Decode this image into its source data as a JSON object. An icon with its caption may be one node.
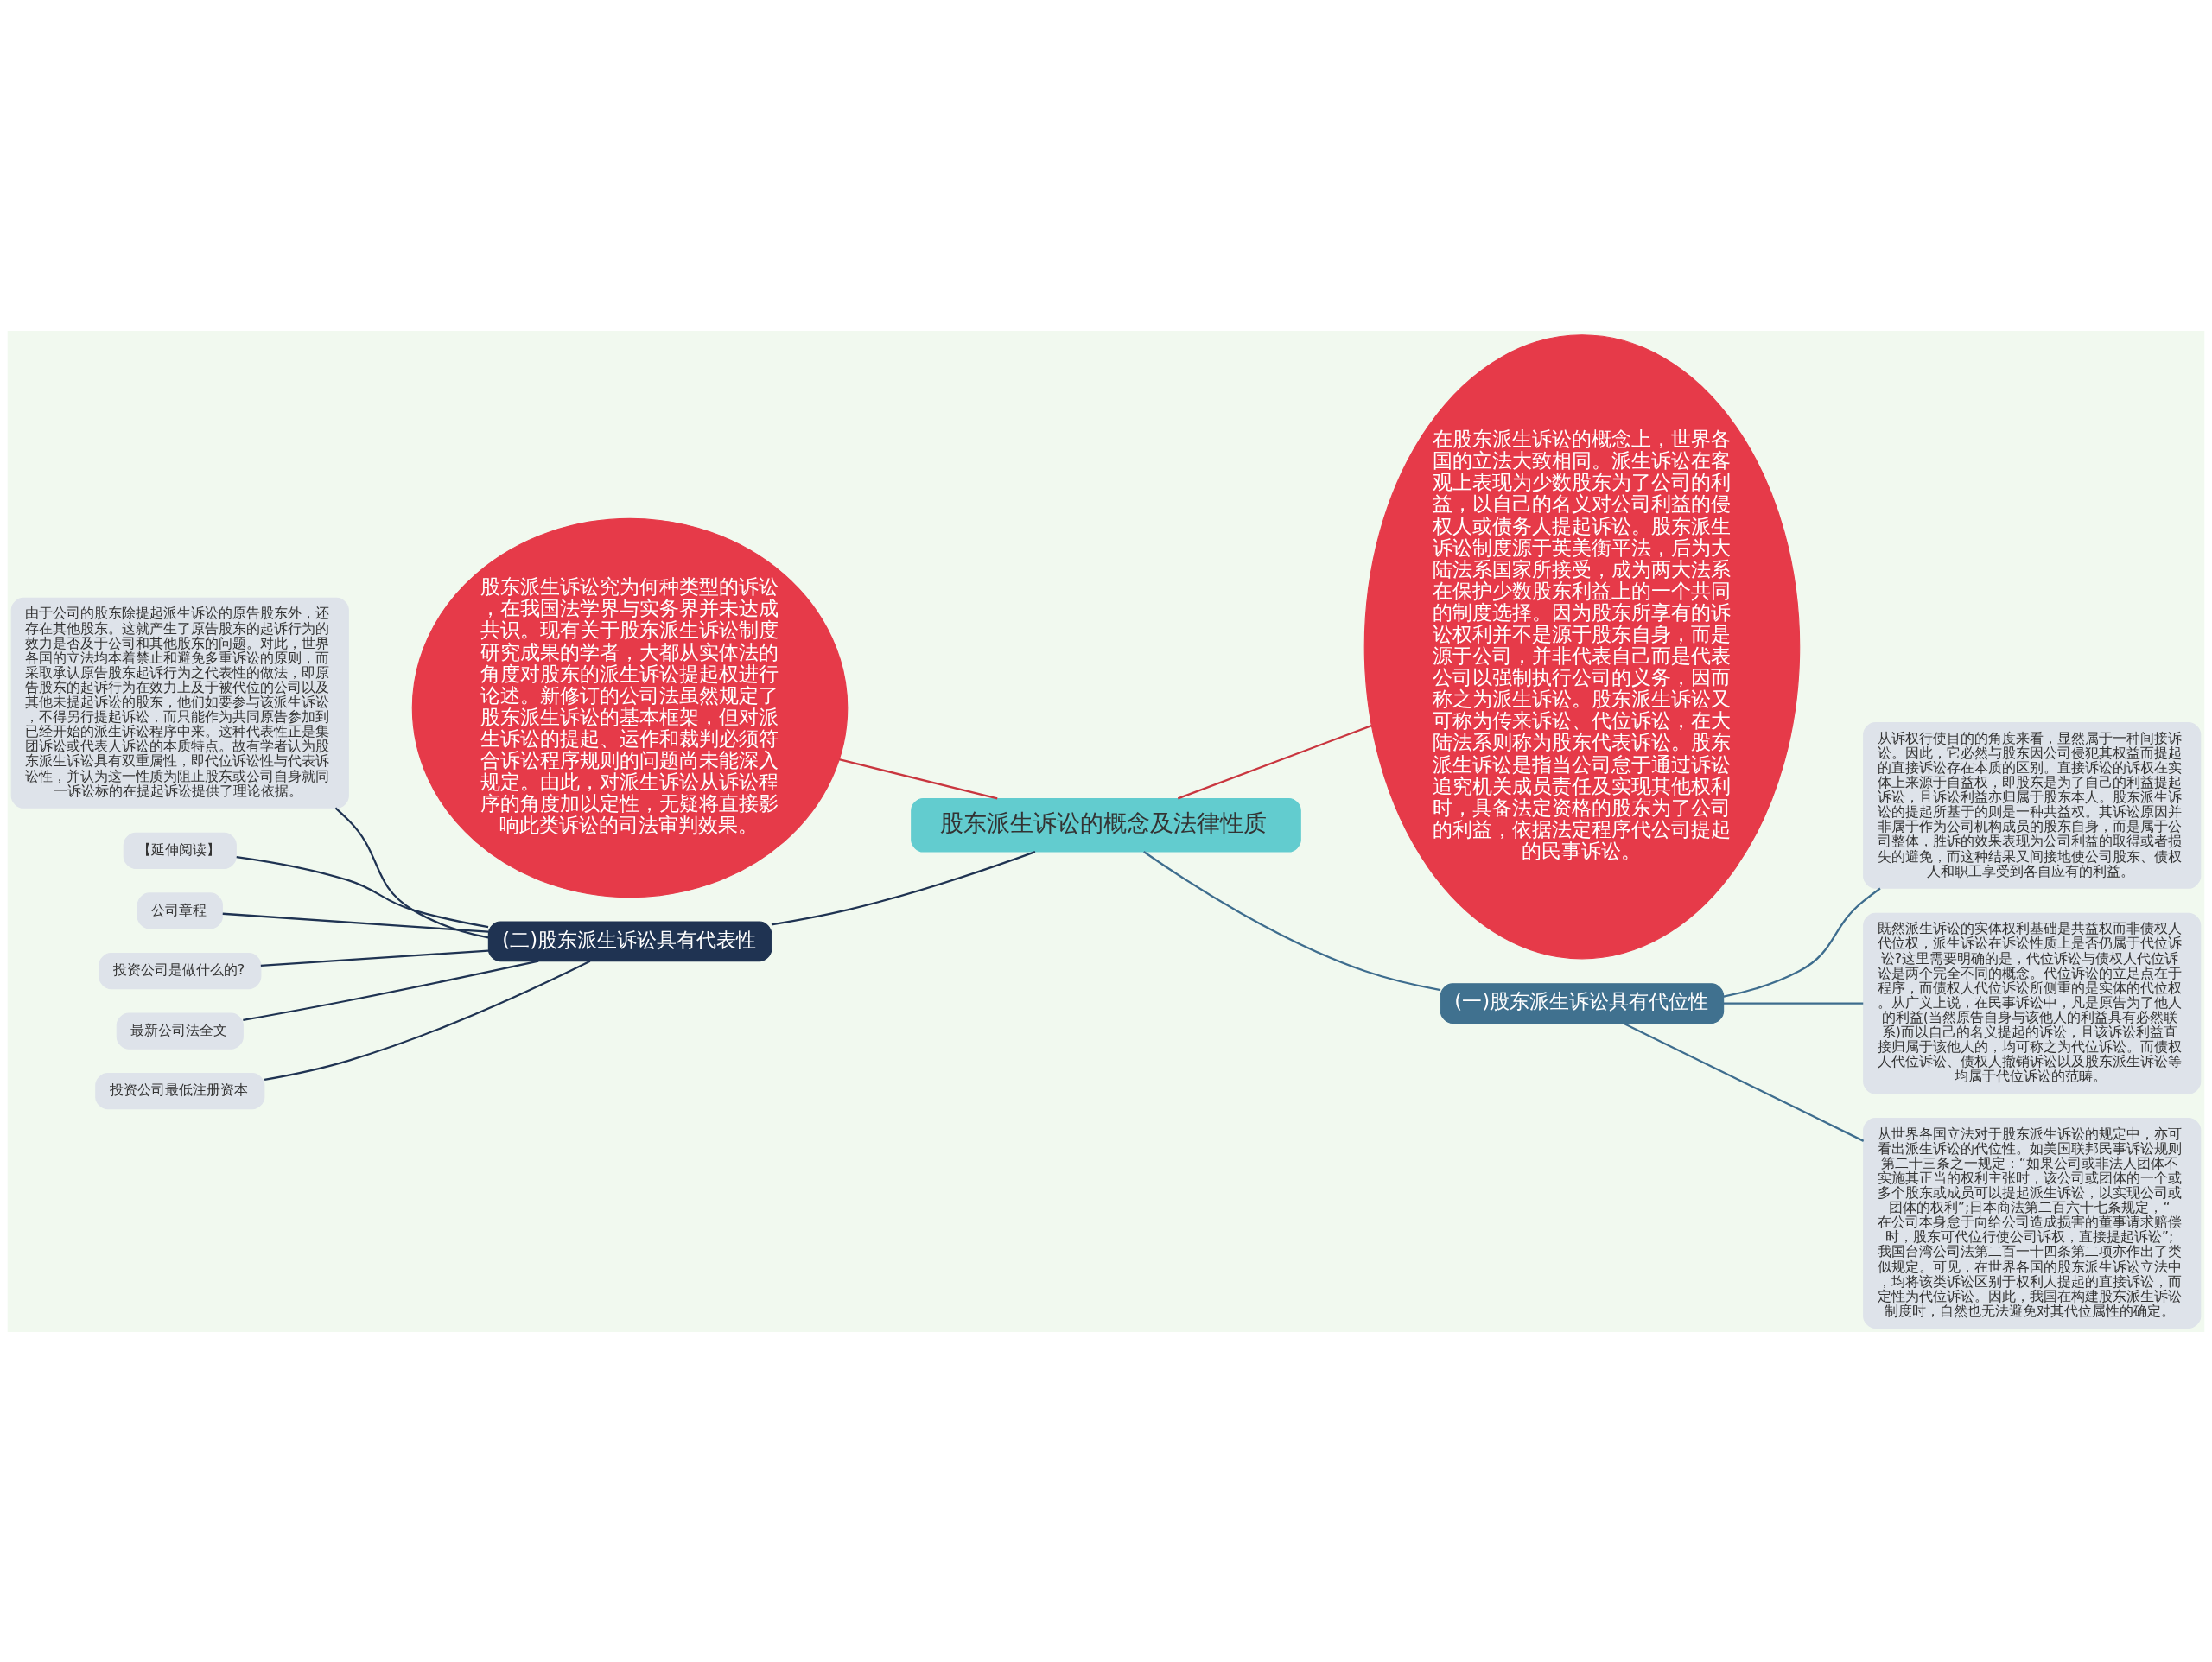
{
  "diagram": {
    "nodes": [
      {
        "text": [
          "股东派生诉讼的概念及法律性质"
        ]
      },
      {
        "text": [
          "股东派生诉讼究为何种类型的诉讼，在我国法学界与实务界并未达成共识。现有关于股东派生诉讼制度研究成果的学者，大都从实体法的角度对股东的派生诉讼提起权进行论述。新修订的公司法虽然规定了股东派生诉讼的基本框架，但对派生诉讼的提起、运作和裁判必须符合诉讼程序规则的问题尚未能深入规定。由此，对派生诉讼从诉讼程序的角度加以定性，无疑将直接影响此类诉讼的司法审判效果。"
        ]
      },
      {
        "text": [
          "在股东派生诉讼的概念上，世界各国的立法大致相同。派生诉讼在客观上表现为少数股东为了公司的利益，以自己的名义对公司利益的侵权人或债务人提起诉讼。股东派生诉讼制度源于英美衡平法，后为大陆法系国家所接受，成为两大法系在保护少数股东利益上的一个共同的制度选择。因为股东所享有的诉讼权利并不是源于股东自身，而是源于公司，并非代表自己而是代表公司以强制执行公司的义务，因而称之为派生诉讼。股东派生诉讼又可称为传来诉讼、代位诉讼，在大陆法系则称为股东代表诉讼。股东派生诉讼是指当公司怠于通过诉讼追究机关成员责任及实现其他权利时，具备法定资格的股东为了公司的利益，依据法定程序代公司提起的民事诉讼。"
        ]
      },
      {
        "text": [
          "(二)股东派生诉讼具有代表性"
        ]
      },
      {
        "text": [
          "由于公司的股东除提起派生诉讼的原告股东外，还存在其他股东。这就产生了原告股东的起诉行为的效力是否及于公司和其他股东的问题。对此，世界各国的立法均本着禁止和避免多重诉讼的原则，而采取承认原告股东起诉行为之代表性的做法，即原告股东的起诉行为在效力上及于被代位的公司以及其他未提起诉讼的股东，他们如要参与该派生诉讼，不得另行提起诉讼，而只能作为共同原告参加到已经开始的派生诉讼程序中来。这种代表性正是集团诉讼或代表人诉讼的本质特点。故有学者认为股东派生诉讼具有双重属性，即代位诉讼性与代表诉讼性，并认为这一性质为阻止股东或公司自身就同一诉讼标的在提起诉讼提供了理论依据。"
        ]
      },
      {
        "text": [
          "【延伸阅读】"
        ]
      },
      {
        "text": [
          "公司章程"
        ]
      },
      {
        "text": [
          "投资公司是做什么的?"
        ]
      },
      {
        "text": [
          "最新公司法全文"
        ]
      },
      {
        "text": [
          "投资公司最低注册资本"
        ]
      },
      {
        "text": [
          "(一)股东派生诉讼具有代位性"
        ]
      },
      {
        "text": [
          "从诉权行使目的的角度来看，显然属于一种间接诉讼。因此，它必然与股东因公司侵犯其权益而提起的直接诉讼存在本质的区别。直接诉讼的诉权在实体上来源于自益权，即股东是为了自己的利益提起诉讼，且诉讼利益亦归属于股东本人。股东派生诉讼的提起所基于的则是一种共益权。其诉讼原因并非属于作为公司机构成员的股东自身，而是属于公司整体，胜诉的效果表现为公司利益的取得或者损失的避免，而这种结果又间接地使公司股东、债权人和职工享受到各自应有的利益。"
        ]
      },
      {
        "text": [
          "既然派生诉讼的实体权利基础是共益权而非债权人代位权，派生诉讼在诉讼性质上是否仍属于代位诉讼?这里需要明确的是，代位诉讼与债权人代位诉讼是两个完全不同的概念。代位诉讼的立足点在于程序，而债权人代位诉讼所侧重的是实体的代位权。从广义上说，在民事诉讼中，凡是原告为了他人的利益(当然原告自身与该他人的利益具有必然联系)而以自己的名义提起的诉讼，且该诉讼利益直接归属于该他人的，均可称之为代位诉讼。而债权人代位诉讼、债权人撤销诉讼以及股东派生诉讼等均属于代位诉讼的范畴。"
        ]
      },
      {
        "text": [
          "从世界各国立法对于股东派生诉讼的规定中，亦可看出派生诉讼的代位性。如美国联邦民事诉讼规则第二十三条之一规定：“如果公司或非法人团体不实施其正当的权利主张时，该公司或团体的一个或多个股东或成员可以提起派生诉讼，以实现公司或团体的权利”;日本商法第二百六十七条规定，“在公司本身怠于向给公司造成损害的董事请求赔偿时，股东可代位行使公司诉权，直接提起诉讼”;我国台湾公司法第二百一十四条第二项亦作出了类似规定。可见，在世界各国的股东派生诉讼立法中，均将该类诉讼区别于权利人提起的直接诉讼，而定性为代位诉讼。因此，我国在构建股东派生诉讼制度时，自然也无法避免对其代位属性的确定。"
        ]
      }
    ],
    "edges": [
      {
        "from": 0,
        "to": 1,
        "arrow": "none",
        "color": "#c9363f"
      },
      {
        "from": 0,
        "to": 2,
        "arrow": "none",
        "color": "#c9363f"
      },
      {
        "from": 0,
        "to": 3,
        "arrow": "none"
      },
      {
        "from": 3,
        "to": 4,
        "arrow": "none"
      },
      {
        "from": 3,
        "to": 5,
        "arrow": "none"
      },
      {
        "from": 3,
        "to": 6,
        "arrow": "none"
      },
      {
        "from": 3,
        "to": 7,
        "arrow": "none"
      },
      {
        "from": 3,
        "to": 8,
        "arrow": "none"
      },
      {
        "from": 3,
        "to": 9,
        "arrow": "none"
      },
      {
        "from": 0,
        "to": 10,
        "arrow": "none",
        "color": "#3e6d8e"
      },
      {
        "from": 10,
        "to": 11,
        "arrow": "none",
        "color": "#3e6d8e"
      },
      {
        "from": 10,
        "to": 12,
        "arrow": "none",
        "color": "#3e6d8e"
      },
      {
        "from": 10,
        "to": 13,
        "arrow": "none",
        "color": "#3e6d8e"
      }
    ]
  }
}
